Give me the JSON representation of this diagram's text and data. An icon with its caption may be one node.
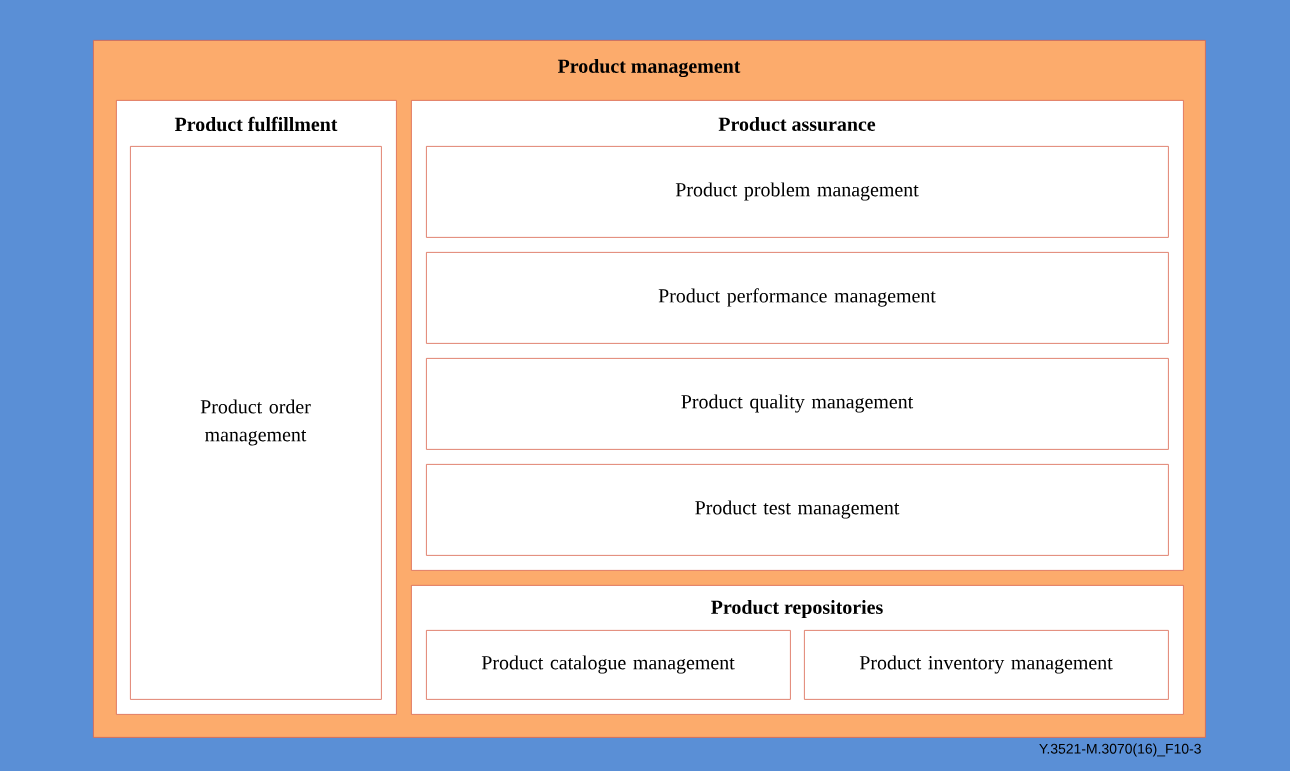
{
  "diagram": {
    "nodes": [
      {
        "text": [
          "Product management"
        ]
      },
      {
        "text": [
          "Product fulfillment"
        ],
        "in": 0
      },
      {
        "text": [
          "Product order management"
        ],
        "in": 1
      },
      {
        "text": [
          "Product assurance"
        ],
        "in": 0
      },
      {
        "text": [
          "Product problem management"
        ],
        "in": 3
      },
      {
        "text": [
          "Product performance management"
        ],
        "in": 3
      },
      {
        "text": [
          "Product quality management"
        ],
        "in": 3
      },
      {
        "text": [
          "Product test management"
        ],
        "in": 3
      },
      {
        "text": [
          "Product repositories"
        ],
        "in": 0
      },
      {
        "text": [
          "Product catalogue management"
        ],
        "in": 8
      },
      {
        "text": [
          "Product inventory management"
        ],
        "in": 8
      }
    ],
    "labels": [
      "Y.3521-M.3070(16)_F10-3"
    ]
  }
}
